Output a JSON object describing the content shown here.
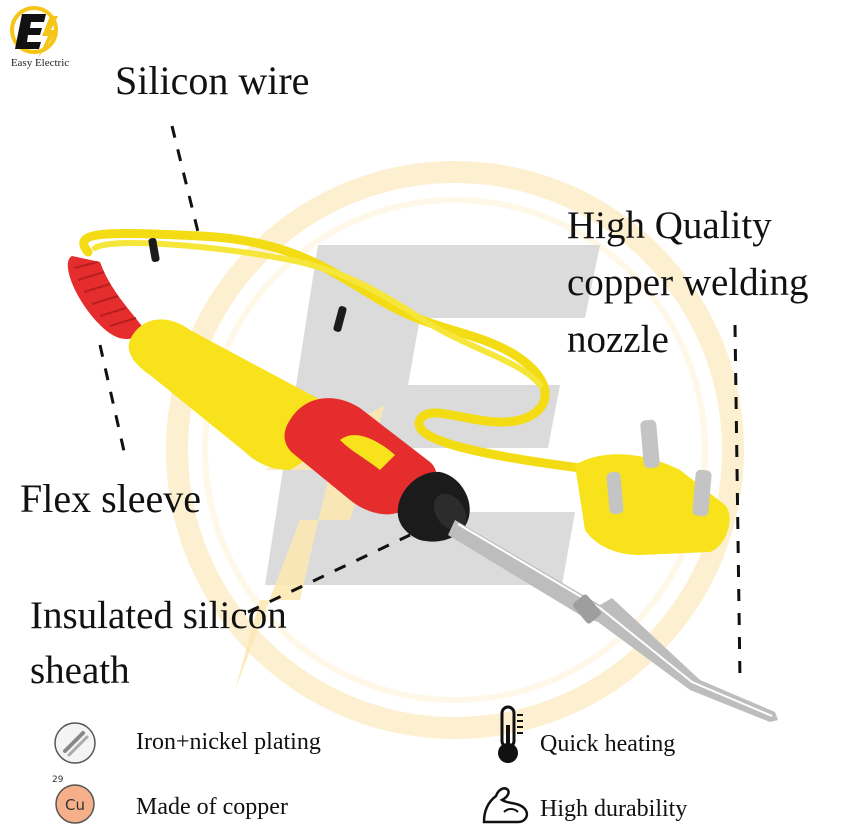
{
  "brand": {
    "name": "Easy Electric",
    "logo_letter": "E",
    "accent_color": "#f5c518"
  },
  "callouts": {
    "silicon_wire": "Silicon wire",
    "copper_nozzle": "High Quality copper welding nozzle",
    "flex_sleeve": "Flex sleeve",
    "insulated_sheath": "Insulated silicon sheath"
  },
  "features": [
    {
      "icon": "iron-nickel-plating-icon",
      "label": "Iron+nickel plating"
    },
    {
      "icon": "copper-element-icon",
      "label": "Made of copper",
      "badge_symbol": "Cu",
      "badge_number": "29"
    },
    {
      "icon": "thermometer-icon",
      "label": "Quick heating"
    },
    {
      "icon": "flexed-arm-icon",
      "label": "High durability"
    }
  ],
  "colors": {
    "handle_yellow": "#f7e21b",
    "grip_red": "#e52d2d",
    "collar_black": "#1b1b1b",
    "watermark_yellow": "#fdecc0",
    "watermark_gray": "#c9c9c9"
  }
}
